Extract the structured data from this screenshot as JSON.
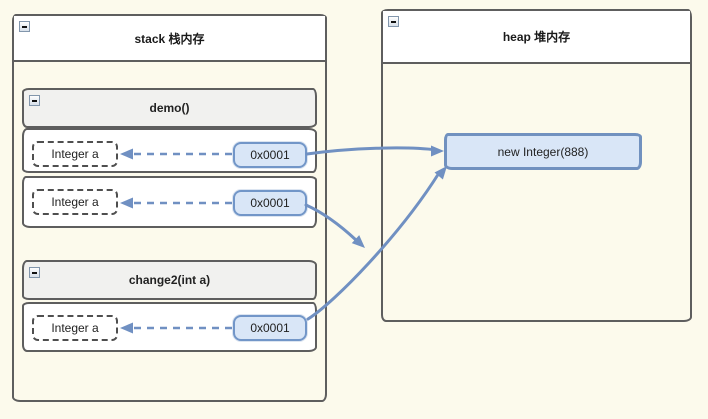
{
  "colors": {
    "canvas_bg": "#FCFAEC",
    "shape_border": "#5E5E5E",
    "frame_titlebar_bg": "#F1F1EF",
    "container_titlebar_bg": "#FFFFFF",
    "reference_box_fill": "#D9E6F7",
    "reference_box_border": "#7296C8",
    "arrow_blue": "#7090C2",
    "dashed_variable_border": "#4F4F4F"
  },
  "stack": {
    "title": "stack 栈内存",
    "collapse_icon": "minus",
    "frames": [
      {
        "title": "demo()",
        "collapse_icon": "minus",
        "rows": [
          {
            "variable": "Integer a",
            "address": "0x0001"
          },
          {
            "variable": "Integer a",
            "address": "0x0001"
          }
        ]
      },
      {
        "title": "change2(int a)",
        "collapse_icon": "minus",
        "rows": [
          {
            "variable": "Integer a",
            "address": "0x0001"
          }
        ]
      }
    ]
  },
  "heap": {
    "title": "heap 堆内存",
    "collapse_icon": "minus",
    "object": {
      "label": "new Integer(888)"
    }
  },
  "connections": [
    {
      "from": "demo() row 1 address 0x0001",
      "to": "heap object new Integer(888)",
      "style": "solid-arrow"
    },
    {
      "from": "demo() row 2 address 0x0001",
      "to": "points toward heap, arrowhead ends on change2 arrow line",
      "style": "solid-arrow"
    },
    {
      "from": "change2(int a) address 0x0001",
      "to": "heap object new Integer(888)",
      "style": "solid-arrow"
    },
    {
      "from": "each address box 0x0001",
      "to": "its Integer a variable box",
      "style": "dashed-arrow"
    }
  ]
}
